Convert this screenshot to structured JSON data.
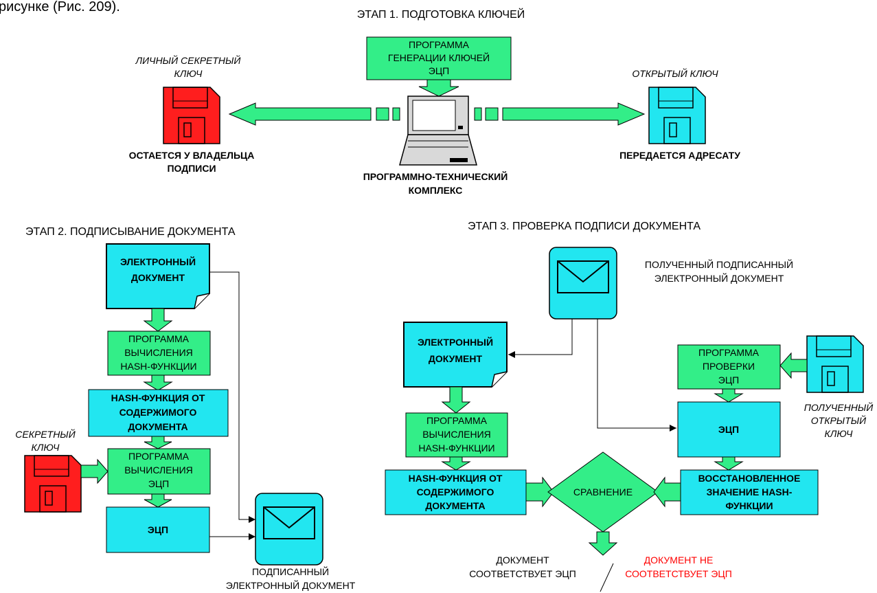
{
  "top_cut_text": "рисунке (Рис. 209).",
  "stage1": {
    "title": "ЭТАП 1. ПОДГОТОВКА КЛЮЧЕЙ",
    "keygen_program": [
      "ПРОГРАММА",
      "ГЕНЕРАЦИИ КЛЮЧЕЙ",
      "ЭЦП"
    ],
    "secret_key_caption": [
      "ЛИЧНЫЙ СЕКРЕТНЫЙ",
      "КЛЮЧ"
    ],
    "public_key_caption": [
      "ОТКРЫТЫЙ КЛЮЧ"
    ],
    "secret_stays": [
      "ОСТАЕТСЯ У ВЛАДЕЛЬЦА",
      "ПОДПИСИ"
    ],
    "public_sent": [
      "ПЕРЕДАЕТСЯ АДРЕСАТУ"
    ],
    "complex": [
      "ПРОГРАММНО-ТЕХНИЧЕСКИЙ",
      "КОМПЛЕКС"
    ]
  },
  "stage2": {
    "title": "ЭТАП 2. ПОДПИСЫВАНИЕ ДОКУМЕНТА",
    "edoc": [
      "ЭЛЕКТРОННЫЙ",
      "ДОКУМЕНТ"
    ],
    "hash_program": [
      "ПРОГРАММА",
      "ВЫЧИСЛЕНИЯ",
      "HASH-ФУНКЦИИ"
    ],
    "hash_value": [
      "HASH-ФУНКЦИЯ ОТ",
      "СОДЕРЖИМОГО",
      "ДОКУМЕНТА"
    ],
    "secret_key": [
      "СЕКРЕТНЫЙ",
      "КЛЮЧ"
    ],
    "sign_program": [
      "ПРОГРАММА",
      "ВЫЧИСЛЕНИЯ",
      "ЭЦП"
    ],
    "signature": [
      "ЭЦП"
    ],
    "signed_doc": [
      "ПОДПИСАННЫЙ",
      "ЭЛЕКТРОННЫЙ ДОКУМЕНТ"
    ]
  },
  "stage3": {
    "title": "ЭТАП 3. ПРОВЕРКА ПОДПИСИ ДОКУМЕНТА",
    "received_doc": [
      "ПОЛУЧЕННЫЙ ПОДПИСАННЫЙ",
      "ЭЛЕКТРОННЫЙ ДОКУМЕНТ"
    ],
    "edoc": [
      "ЭЛЕКТРОННЫЙ",
      "ДОКУМЕНТ"
    ],
    "verify_program": [
      "ПРОГРАММА",
      "ПРОВЕРКИ",
      "ЭЦП"
    ],
    "received_key": [
      "ПОЛУЧЕННЫЙ",
      "ОТКРЫТЫЙ",
      "КЛЮЧ"
    ],
    "hash_program": [
      "ПРОГРАММА",
      "ВЫЧИСЛЕНИЯ",
      "HASH-ФУНКЦИИ"
    ],
    "signature": [
      "ЭЦП"
    ],
    "hash_value": [
      "HASH-ФУНКЦИЯ ОТ",
      "СОДЕРЖИМОГО",
      "ДОКУМЕНТА"
    ],
    "compare": [
      "СРАВНЕНИЕ"
    ],
    "restored_hash": [
      "ВОССТАНОВЛЕННОЕ",
      "ЗНАЧЕНИЕ HASH-",
      "ФУНКЦИИ"
    ],
    "match": [
      "ДОКУМЕНТ",
      "СООТВЕТСТВУЕТ ЭЦП"
    ],
    "mismatch": [
      "ДОКУМЕНТ НЕ",
      "СООТВЕТСТВУЕТ ЭЦП"
    ]
  },
  "colors": {
    "green": "#33ee88",
    "cyan": "#22e6f0",
    "red": "#ff1e1e",
    "mismatch_text": "#ff0000"
  }
}
